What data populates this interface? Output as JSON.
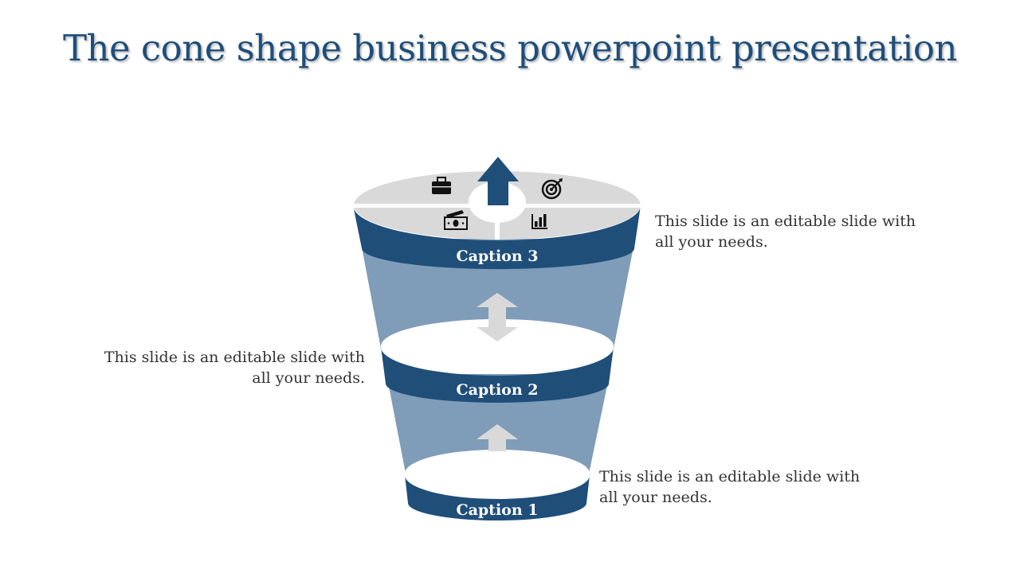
{
  "title": "The cone shape business powerpoint presentation",
  "captions": [
    "Caption 1",
    "Caption 2",
    "Caption 3"
  ],
  "descriptions": [
    "This slide is an editable slide with all your needs.",
    "This slide is an editable slide with all your needs.",
    "This slide is an editable slide with all your needs."
  ],
  "icons": [
    "briefcase-icon",
    "target-icon",
    "money-icon",
    "bar-chart-icon"
  ],
  "colors": {
    "dark_blue": "#1f4e79",
    "light_blue": "#7f9cb9",
    "gray": "#d9d9d9",
    "white": "#ffffff"
  }
}
